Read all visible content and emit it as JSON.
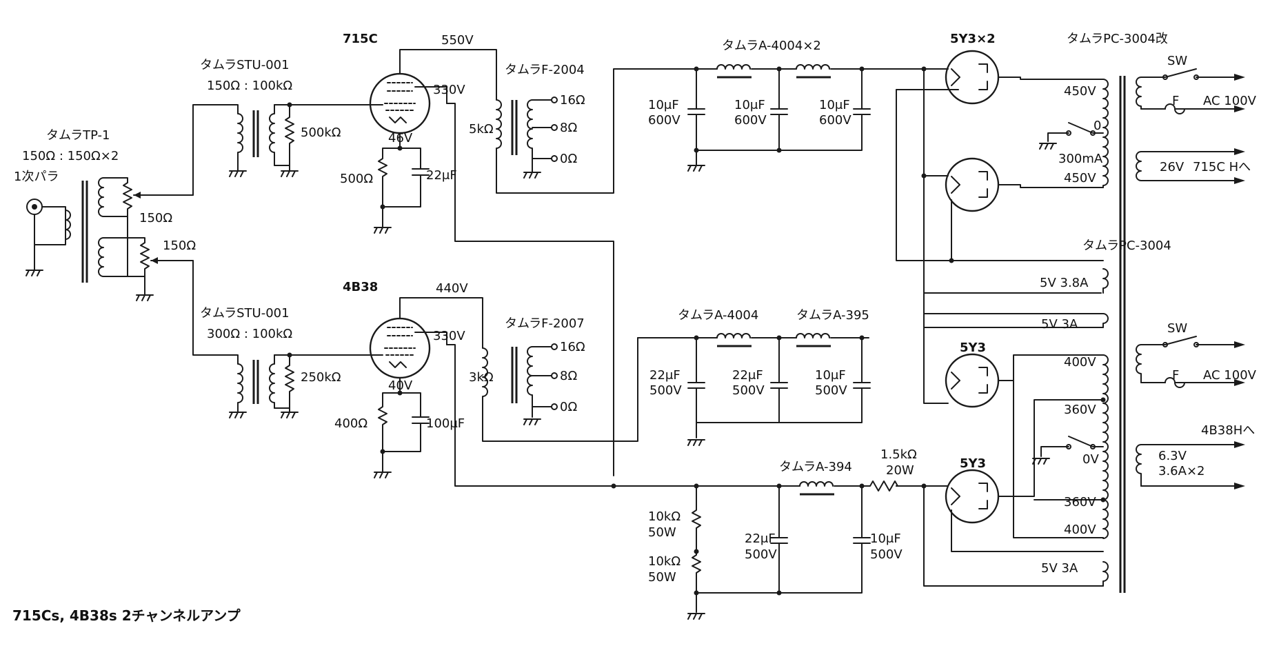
{
  "caption": "715Cs, 4B38s 2チャンネルアンプ",
  "input": {
    "transformer": "タムラTP-1",
    "ratio": "150Ω : 150Ω×2",
    "note": "1次パラ",
    "pot_top": "150Ω",
    "pot_bottom": "150Ω"
  },
  "ch1": {
    "input_transformer": "タムラSTU-001",
    "input_ratio": "150Ω : 100kΩ",
    "grid_resistor": "500kΩ",
    "tube": "715C",
    "plate_voltage": "550V",
    "screen_voltage": "330V",
    "cathode_voltage": "46V",
    "cathode_resistor": "500Ω",
    "cathode_cap": "22μF",
    "output_transformer": "タムラF-2004",
    "primary": "5kΩ",
    "tap_16": "16Ω",
    "tap_8": "8Ω",
    "tap_0": "0Ω"
  },
  "ch2": {
    "input_transformer": "タムラSTU-001",
    "input_ratio": "300Ω : 100kΩ",
    "grid_resistor": "250kΩ",
    "tube": "4B38",
    "plate_voltage": "440V",
    "screen_voltage": "330V",
    "cathode_voltage": "40V",
    "cathode_resistor": "400Ω",
    "cathode_cap": "100μF",
    "output_transformer": "タムラF-2007",
    "primary": "3kΩ",
    "tap_16": "16Ω",
    "tap_8": "8Ω",
    "tap_0": "0Ω"
  },
  "psu1": {
    "chokes": "タムラA-4004×2",
    "cap1": "10μF",
    "cap1_v": "600V",
    "cap2": "10μF",
    "cap2_v": "600V",
    "cap3": "10μF",
    "cap3_v": "600V",
    "rectifier": "5Y3×2",
    "transformer": "タムラPC-3004改",
    "sec_hv1": "450V",
    "sec_hv2": "450V",
    "center": "0",
    "current": "300mA",
    "switch": "SW",
    "fuse": "F",
    "ac": "AC 100V",
    "heater": "26V",
    "heater_dest": "715C Hへ",
    "fil": "5V 3.8A"
  },
  "psu2": {
    "transformer": "タムラPC-3004",
    "fil1": "5V 3A",
    "choke1": "タムラA-4004",
    "choke2": "タムラA-395",
    "cap1": "22μF",
    "cap1_v": "500V",
    "cap2": "22μF",
    "cap2_v": "500V",
    "cap3": "10μF",
    "cap3_v": "500V",
    "rect1": "5Y3",
    "tap400a": "400V",
    "tap360a": "360V",
    "zero": "0V",
    "tap360b": "360V",
    "tap400b": "400V",
    "switch": "SW",
    "fuse": "F",
    "ac": "AC 100V",
    "heater_dest": "4B38Hへ",
    "heater": "6.3V",
    "heater_current": "3.6A×2",
    "choke3": "タムラA-394",
    "series_r": "1.5kΩ",
    "series_r_w": "20W",
    "rect2": "5Y3",
    "r1": "10kΩ",
    "r1_w": "50W",
    "r2": "10kΩ",
    "r2_w": "50W",
    "cap4": "22μF",
    "cap4_v": "500V",
    "cap5": "10μF",
    "cap5_v": "500V",
    "fil2": "5V 3A"
  }
}
